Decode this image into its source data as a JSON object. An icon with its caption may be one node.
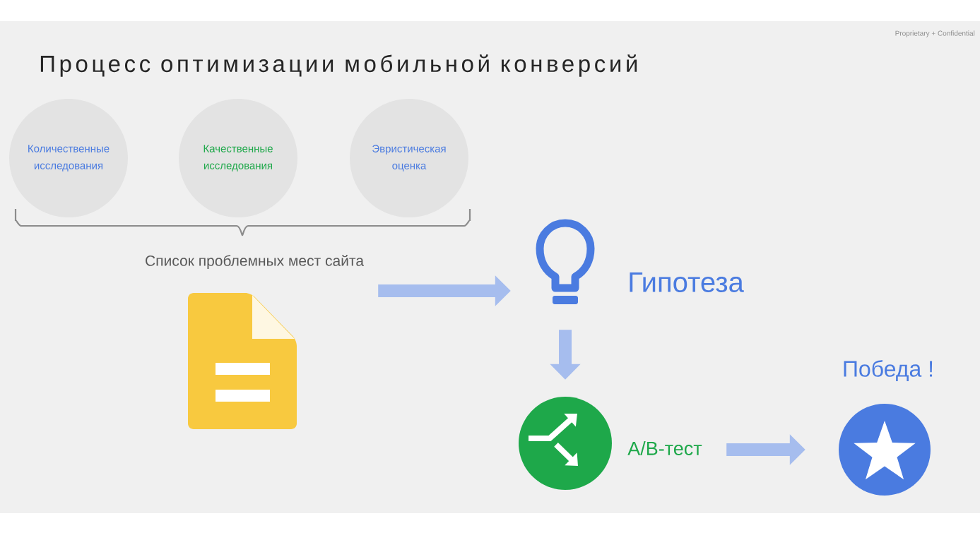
{
  "diagram": {
    "title": "Процесс оптимизации мобильной конверсий",
    "nodes": [
      {
        "text": [
          "Количественные исследования"
        ]
      },
      {
        "text": [
          "Качественные исследования"
        ]
      },
      {
        "text": [
          "Эвристическая оценка"
        ]
      },
      {
        "text": [
          "Список проблемных мест сайта"
        ]
      },
      {
        "text": [
          "Гипотеза"
        ]
      },
      {
        "text": [
          "A/B-тест"
        ]
      },
      {
        "text": [
          "Победа !"
        ]
      }
    ],
    "edges": [
      {
        "from": 3,
        "to": 4,
        "arrow": "to"
      },
      {
        "from": 4,
        "to": 5,
        "arrow": "to"
      },
      {
        "from": 5,
        "to": 6,
        "arrow": "to"
      }
    ],
    "labels": [
      "Proprietary + Confidential"
    ]
  }
}
